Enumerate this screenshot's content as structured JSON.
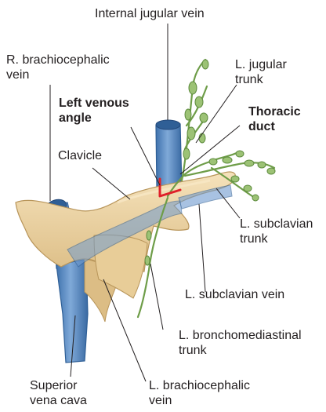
{
  "labels": {
    "internal_jugular_vein": "Internal jugular vein",
    "r_brachiocephalic_vein": [
      "R. brachiocephalic",
      "vein"
    ],
    "l_jugular_trunk": [
      "L. jugular",
      "trunk"
    ],
    "left_venous_angle": [
      "Left venous",
      "angle"
    ],
    "thoracic_duct": [
      "Thoracic",
      "duct"
    ],
    "clavicle": "Clavicle",
    "l_subclavian_trunk": [
      "L. subclavian",
      "trunk"
    ],
    "l_subclavian_vein": "L. subclavian vein",
    "l_bronchomediastinal_trunk": [
      "L. bronchomediastinal",
      "trunk"
    ],
    "superior_vena_cava": [
      "Superior",
      "vena cava"
    ],
    "l_brachiocephalic_vein": [
      "L. brachiocephalic",
      "vein"
    ]
  },
  "colors": {
    "bone": "#ecd2a0",
    "bone_shadow": "#c9a76c",
    "vein": "#5b8cc4",
    "vein_dark": "#2f5f96",
    "lymph": "#8db36a",
    "lymph_dark": "#5c8a3c",
    "angle_marker": "#e0202a",
    "leader": "#231f20"
  }
}
